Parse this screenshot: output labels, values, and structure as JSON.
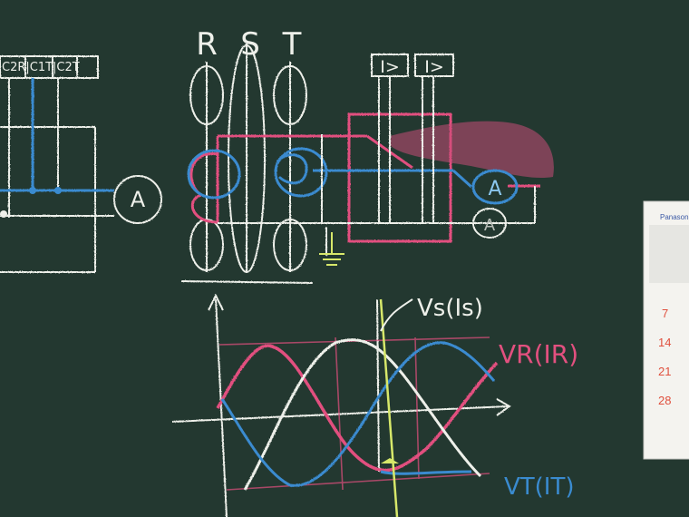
{
  "board": {
    "phase_labels": [
      "R",
      "S",
      "T"
    ],
    "relay_labels": [
      "I>",
      "I>"
    ],
    "ammeters": {
      "main": "A",
      "t": "A",
      "s": "A"
    },
    "wave_labels": {
      "s": "Vs(Is)",
      "r": "VR(IR)",
      "t": "VT(IT)"
    },
    "top_left_header": "C2R|C1T|C2T",
    "colors": {
      "board": "#1f332c",
      "white": "#eef0ea",
      "pink": "#e2507f",
      "blue": "#3a8bd0",
      "yellow": "#d7e86a"
    }
  },
  "calendar": {
    "brand": "Panasonic",
    "dates": [
      "7",
      "14",
      "21",
      "28"
    ]
  }
}
